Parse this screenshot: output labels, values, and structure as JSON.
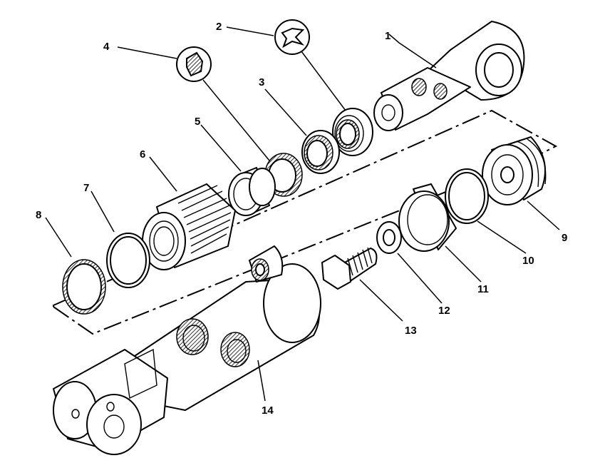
{
  "callouts": [
    {
      "id": "1",
      "label": "1"
    },
    {
      "id": "2",
      "label": "2"
    },
    {
      "id": "3",
      "label": "3"
    },
    {
      "id": "4",
      "label": "4"
    },
    {
      "id": "5",
      "label": "5"
    },
    {
      "id": "6",
      "label": "6"
    },
    {
      "id": "7",
      "label": "7"
    },
    {
      "id": "8",
      "label": "8"
    },
    {
      "id": "9",
      "label": "9"
    },
    {
      "id": "10",
      "label": "10"
    },
    {
      "id": "11",
      "label": "11"
    },
    {
      "id": "12",
      "label": "12"
    },
    {
      "id": "13",
      "label": "13"
    },
    {
      "id": "14",
      "label": "14"
    }
  ],
  "lubrication_symbols": [
    {
      "ref": "2",
      "icon": "grease-gun-icon"
    },
    {
      "ref": "4",
      "icon": "grease-fill-icon"
    }
  ],
  "colors": {
    "line": "#000000",
    "background": "#ffffff"
  }
}
